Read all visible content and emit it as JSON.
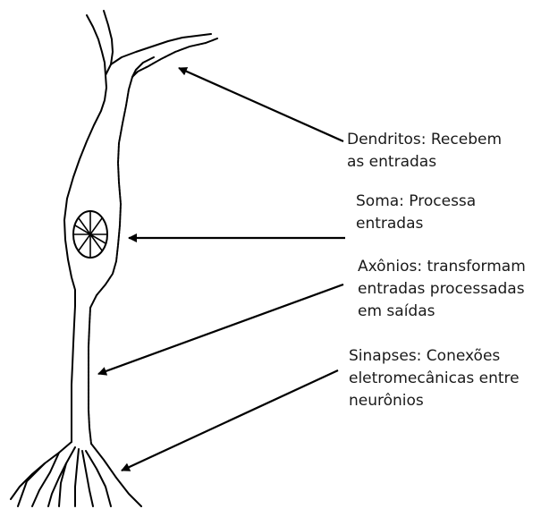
{
  "labels": {
    "dendritos": {
      "line1": "Dendritos: Recebem",
      "line2": "as entradas"
    },
    "soma": {
      "line1": "Soma: Processa",
      "line2": "entradas"
    },
    "axonios": {
      "line1": "Axônios: transformam",
      "line2": "entradas processadas",
      "line3": "em saídas"
    },
    "sinapses": {
      "line1": "Sinapses: Conexões",
      "line2": "eletromecânicas entre",
      "line3": "neurônios"
    }
  },
  "colors": {
    "stroke": "#000000",
    "background": "#ffffff",
    "text": "#1a1a1a"
  }
}
